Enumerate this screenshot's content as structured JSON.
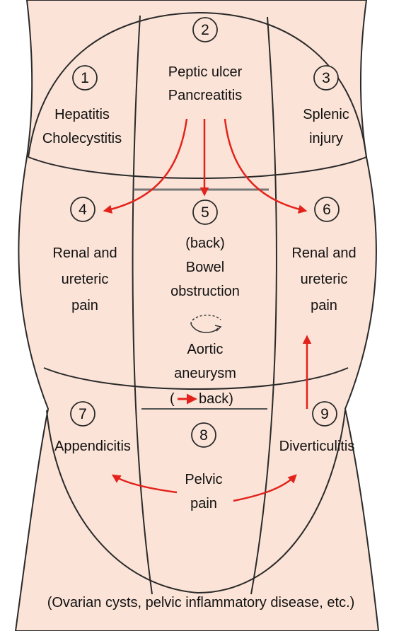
{
  "regions": [
    {
      "number": "1",
      "lines": [
        "Hepatitis",
        "Cholecystitis"
      ]
    },
    {
      "number": "2",
      "lines": [
        "Peptic ulcer",
        "Pancreatitis"
      ]
    },
    {
      "number": "3",
      "lines": [
        "Splenic",
        "injury"
      ]
    },
    {
      "number": "4",
      "lines": [
        "Renal and",
        "ureteric",
        "pain"
      ]
    },
    {
      "number": "5",
      "lines": [
        "(back)",
        "Bowel",
        "obstruction"
      ],
      "extra_lines": [
        "Aortic",
        "aneurysm"
      ],
      "back_note": "back)",
      "back_note_open": "("
    },
    {
      "number": "6",
      "lines": [
        "Renal and",
        "ureteric",
        "pain"
      ]
    },
    {
      "number": "7",
      "lines": [
        "Appendicitis"
      ]
    },
    {
      "number": "8",
      "lines": [
        "Pelvic",
        "pain"
      ]
    },
    {
      "number": "9",
      "lines": [
        "Diverticulitis"
      ]
    }
  ],
  "footer_note": "(Ovarian cysts, pelvic inflammatory disease, etc.)",
  "colors": {
    "skin": "#fbe3d7",
    "outline": "#2a2a2a",
    "arrow": "#e3231b",
    "text": "#111111"
  },
  "icons": [
    "aortic-aneurysm-icon"
  ]
}
